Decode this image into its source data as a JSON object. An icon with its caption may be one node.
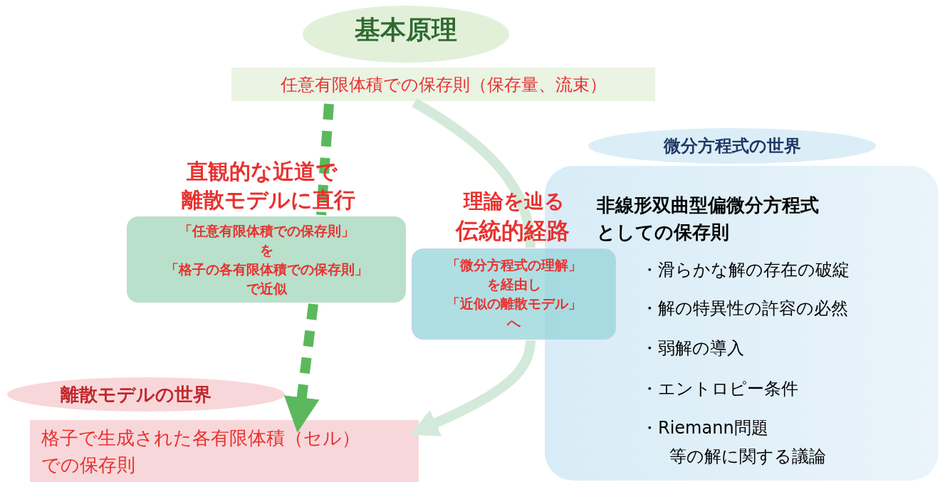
{
  "diagram": {
    "nodes": [
      {
        "text": [
          "基本原理"
        ]
      },
      {
        "text": [
          "任意有限体積での保存則（保存量、流束）"
        ]
      },
      {
        "text": [
          "「任意有限体積での保存則」",
          "を",
          "「格子の各有限体積での保存則」",
          "で近似"
        ]
      },
      {
        "text": [
          "「微分方程式の理解」",
          "を経由し",
          "「近似の離散モデル」",
          "へ"
        ]
      },
      {
        "text": [
          "微分方程式の世界"
        ]
      },
      {
        "text": [
          "非線形双曲型偏微分方程式としての保存則",
          "・滑らかな解の存在の破綻",
          "・解の特異性の許容の必然",
          "・弱解の導入",
          "・エントロピー条件",
          "・Riemann問題",
          "等の解に関する議論"
        ]
      },
      {
        "text": [
          "離散モデルの世界"
        ]
      },
      {
        "text": [
          "格子で生成された各有限体積（セル）での保存則"
        ]
      }
    ],
    "edges": [
      {
        "from": 1,
        "to": 2,
        "arrow": "none",
        "style": "dashed",
        "color": "#5cb85c"
      },
      {
        "from": 2,
        "to": 7,
        "arrow": "to",
        "style": "dashed",
        "color": "#5cb85c"
      },
      {
        "from": 1,
        "to": 3,
        "arrow": "none",
        "color": "#d3eadb"
      },
      {
        "from": 3,
        "to": 7,
        "arrow": "to",
        "color": "#d3eadb"
      }
    ],
    "labels": [
      "直観的な近道で",
      "離散モデルに直行",
      "理論を辿る",
      "伝統的経路"
    ]
  }
}
